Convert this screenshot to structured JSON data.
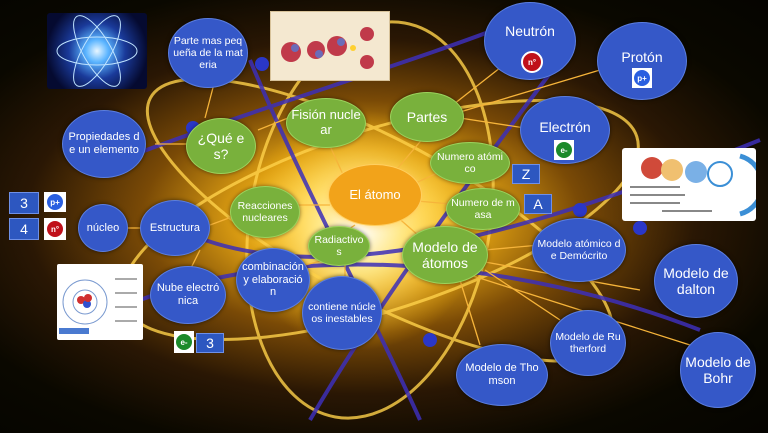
{
  "diagram": {
    "center": "El átomo",
    "nodes": {
      "parte_mas_pequena": "Parte mas pequeña de la materia",
      "neutron": "Neutrón",
      "proton": "Protón",
      "electron": "Electrón",
      "que_es": "¿Qué es?",
      "propiedades": "Propiedades de un elemento",
      "fision": "Fisión nuclear",
      "partes": "Partes",
      "numero_atomico": "Numero atómico",
      "numero_masa": "Numero de masa",
      "reacciones": "Reacciones nucleares",
      "estructura": "Estructura",
      "nucleo": "núcleo",
      "radiactivos": "Radiactivos",
      "modelo_atomos": "Modelo de átomos",
      "democrito": "Modelo atómico de Demócrito",
      "dalton": "Modelo de dalton",
      "bohr": "Modelo de Bohr",
      "rutherford": "Modelo de Rutherford",
      "thomson": "Modelo de Thomson",
      "combinacion": "combinación y elaboración",
      "contiene": "contiene núcleos inestables",
      "nube": "Nube electrónica"
    },
    "boxes": {
      "z": "Z",
      "a": "A",
      "n3": "3",
      "n4": "4",
      "e3": "3"
    },
    "symbols": {
      "neutron": "n°",
      "proton": "p+",
      "electron": "e-"
    },
    "colors": {
      "blue": "#3558c8",
      "green": "#79b13c",
      "orange": "#f2a31a",
      "neutron": "#c0101a",
      "proton": "#2a5fe0",
      "electron": "#1b8a2a"
    }
  }
}
